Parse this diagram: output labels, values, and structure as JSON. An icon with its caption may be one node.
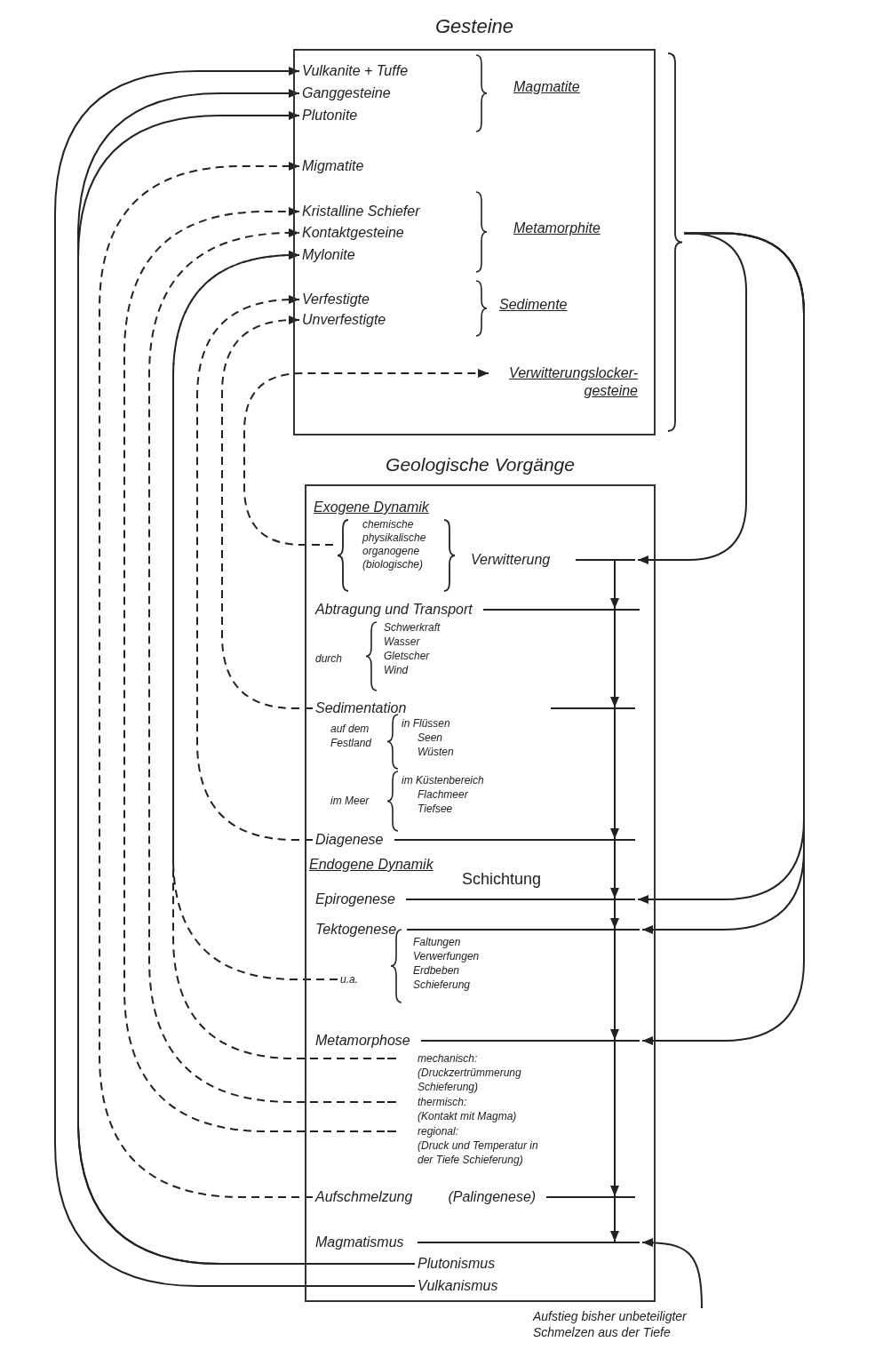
{
  "diagram": {
    "nodes": [
      {
        "text": [
          "Gesteine"
        ]
      },
      {
        "text": [
          "Vulkanite + Tuffe"
        ],
        "in": 0
      },
      {
        "text": [
          "Ganggesteine"
        ],
        "in": 0
      },
      {
        "text": [
          "Plutonite"
        ],
        "in": 0
      },
      {
        "text": [
          "Migmatite"
        ],
        "in": 0
      },
      {
        "text": [
          "Kristalline Schiefer"
        ],
        "in": 0
      },
      {
        "text": [
          "Kontaktgesteine"
        ],
        "in": 0
      },
      {
        "text": [
          "Mylonite"
        ],
        "in": 0
      },
      {
        "text": [
          "Verfestigte"
        ],
        "in": 0
      },
      {
        "text": [
          "Unverfestigte"
        ],
        "in": 0
      },
      {
        "text": [
          "Verwitterungslocker- gesteine"
        ],
        "in": 0
      },
      {
        "text": [
          "Geologische Vorgänge"
        ]
      },
      {
        "text": [
          "chemische physikalische organogene (biologische)",
          "Verwitterung"
        ],
        "in": 11
      },
      {
        "text": [
          "Abtragung und Transport"
        ],
        "in": 11
      },
      {
        "text": [
          "Sedimentation"
        ],
        "in": 11
      },
      {
        "text": [
          "Diagenese"
        ],
        "in": 11
      },
      {
        "text": [
          "Epirogenese"
        ],
        "in": 11
      },
      {
        "text": [
          "Tektogenese"
        ],
        "in": 11
      },
      {
        "text": [
          "u.a."
        ],
        "in": 11
      },
      {
        "text": [
          "Metamorphose"
        ],
        "in": 11
      },
      {
        "text": [
          "mechanisch:",
          "(Druckzertrümmerung Schieferung)"
        ],
        "in": 11
      },
      {
        "text": [
          "thermisch:",
          "(Kontakt mit Magma)"
        ],
        "in": 11
      },
      {
        "text": [
          "regional:",
          "(Druck und Temperatur in der Tiefe Schieferung)"
        ],
        "in": 11
      },
      {
        "text": [
          "Aufschmelzung",
          "(Palingenese)"
        ],
        "in": 11
      },
      {
        "text": [
          "Magmatismus"
        ],
        "in": 11
      },
      {
        "text": [
          "Plutonismus"
        ],
        "in": 11
      },
      {
        "text": [
          "Vulkanismus"
        ],
        "in": 11
      },
      {
        "text": [
          "Aufstieg bisher unbeteiligter Schmelzen aus der Tiefe"
        ]
      }
    ],
    "edges": [
      {
        "from": 26,
        "to": 1,
        "arrow": "to"
      },
      {
        "from": 25,
        "to": 2,
        "arrow": "to"
      },
      {
        "from": 25,
        "to": 3,
        "arrow": "to"
      },
      {
        "from": 23,
        "to": 4,
        "arrow": "to",
        "style": "dashed"
      },
      {
        "from": 22,
        "to": 5,
        "arrow": "to",
        "style": "dashed"
      },
      {
        "from": 21,
        "to": 6,
        "arrow": "to",
        "style": "dashed"
      },
      {
        "from": 20,
        "to": 7,
        "arrow": "to",
        "style": "dashed"
      },
      {
        "from": 18,
        "to": 7,
        "arrow": "to",
        "style": "dashed"
      },
      {
        "from": 15,
        "to": 8,
        "arrow": "to",
        "style": "dashed"
      },
      {
        "from": 14,
        "to": 9,
        "arrow": "to",
        "style": "dashed"
      },
      {
        "from": 12,
        "to": 10,
        "arrow": "to",
        "style": "dashed"
      },
      {
        "from": 12,
        "to": 13,
        "arrow": "to"
      },
      {
        "from": 13,
        "to": 14,
        "arrow": "to"
      },
      {
        "from": 14,
        "to": 15,
        "arrow": "to"
      },
      {
        "from": 15,
        "to": 16,
        "arrow": "to"
      },
      {
        "from": 16,
        "to": 17,
        "arrow": "to"
      },
      {
        "from": 17,
        "to": 19,
        "arrow": "to"
      },
      {
        "from": 19,
        "to": 23,
        "arrow": "to"
      },
      {
        "from": 23,
        "to": 24,
        "arrow": "to"
      },
      {
        "from": 0,
        "to": 12,
        "arrow": "to"
      },
      {
        "from": 0,
        "to": 16,
        "arrow": "to"
      },
      {
        "from": 0,
        "to": 17,
        "arrow": "to"
      },
      {
        "from": 0,
        "to": 19,
        "arrow": "to"
      },
      {
        "from": 27,
        "to": 24,
        "arrow": "to"
      }
    ],
    "labels": [
      "Magmatite",
      "Metamorphite",
      "Sedimente",
      "Exogene Dynamik",
      "durch",
      "Schwerkraft",
      "Wasser",
      "Gletscher",
      "Wind",
      "auf dem Festland",
      "in Flüssen",
      "Seen",
      "Wüsten",
      "im Meer",
      "im Küstenbereich",
      "Flachmeer",
      "Tiefsee",
      "Endogene Dynamik",
      "Schichtung",
      "Faltungen",
      "Verwerfungen",
      "Erdbeben",
      "Schieferung"
    ]
  }
}
